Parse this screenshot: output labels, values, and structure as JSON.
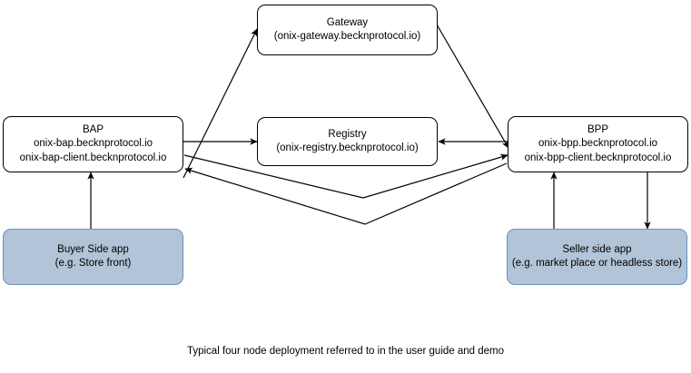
{
  "diagram": {
    "caption": "Typical four node deployment referred to in the user guide and demo",
    "colors": {
      "node_fill_plain": "#ffffff",
      "node_fill_app": "#b2c4d7",
      "node_stroke_plain": "#000000",
      "node_stroke_app": "#6c8ebf",
      "edge_stroke": "#000000",
      "background": "#ffffff"
    },
    "nodes": {
      "gateway": {
        "title": "Gateway",
        "host": "(onix-gateway.becknprotocol.io)"
      },
      "bap": {
        "title": "BAP",
        "host1": "onix-bap.becknprotocol.io",
        "host2": "onix-bap-client.becknprotocol.io"
      },
      "registry": {
        "title": "Registry",
        "host": "(onix-registry.becknprotocol.io)"
      },
      "bpp": {
        "title": "BPP",
        "host1": "onix-bpp.becknprotocol.io",
        "host2": "onix-bpp-client.becknprotocol.io"
      },
      "buyer_app": {
        "title": "Buyer Side app",
        "subtitle": "(e.g. Store front)"
      },
      "seller_app": {
        "title": "Seller side app",
        "subtitle": "(e.g. market place or headless store)"
      }
    },
    "edges": [
      {
        "id": "bap-to-gateway",
        "from": "bap",
        "to": "gateway",
        "shape": "diagonal",
        "arrowheads": "end"
      },
      {
        "id": "gateway-to-bpp",
        "from": "gateway",
        "to": "bpp",
        "shape": "diagonal",
        "arrowheads": "end"
      },
      {
        "id": "bap-to-registry",
        "from": "bap",
        "to": "registry",
        "shape": "straight",
        "arrowheads": "end"
      },
      {
        "id": "bpp-to-registry",
        "from": "bpp",
        "to": "registry",
        "shape": "straight",
        "arrowheads": "end"
      },
      {
        "id": "bap-to-bpp",
        "from": "bap",
        "to": "bpp",
        "shape": "v-polyline",
        "arrowheads": "end"
      },
      {
        "id": "bpp-to-bap",
        "from": "bpp",
        "to": "bap",
        "shape": "v-polyline",
        "arrowheads": "end"
      },
      {
        "id": "buyer-to-bap",
        "from": "buyer_app",
        "to": "bap",
        "shape": "vertical",
        "arrowheads": "end"
      },
      {
        "id": "seller-to-bpp",
        "from": "seller_app",
        "to": "bpp",
        "shape": "vertical",
        "arrowheads": "end"
      },
      {
        "id": "bpp-to-seller",
        "from": "bpp",
        "to": "seller_app",
        "shape": "vertical",
        "arrowheads": "end"
      }
    ]
  }
}
